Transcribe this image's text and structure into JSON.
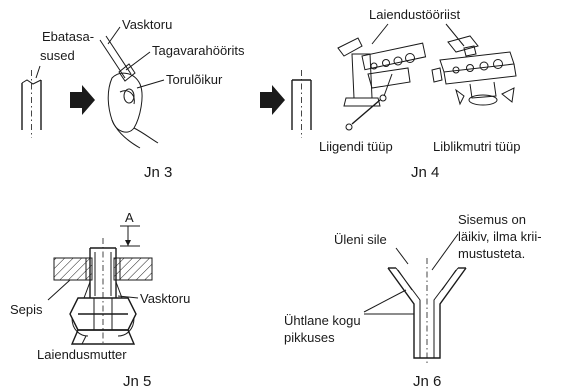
{
  "jn3": {
    "caption": "Jn 3",
    "label_ebatasa": "Ebatasa-",
    "label_sused": "sused",
    "label_vasktoru": "Vasktoru",
    "label_tagavara": "Tagavarahöörits",
    "label_torul": "Torulõikur"
  },
  "jn4": {
    "caption": "Jn 4",
    "label_tool": "Laiendustööriist",
    "label_liigendi": "Liigendi tüüp",
    "label_liblik": "Liblikmutri tüüp"
  },
  "jn5": {
    "caption": "Jn 5",
    "label_a": "A",
    "label_sepis": "Sepis",
    "label_vasktoru": "Vasktoru",
    "label_laiendus": "Laiendusmutter"
  },
  "jn6": {
    "caption": "Jn 6",
    "label_uleni": "Üleni sile",
    "label_sis1": "Sisemus on",
    "label_sis2": "läikiv, ilma krii-",
    "label_sis3": "mustusteta.",
    "label_uht1": "Ühtlane kogu",
    "label_uht2": "pikkuses"
  }
}
